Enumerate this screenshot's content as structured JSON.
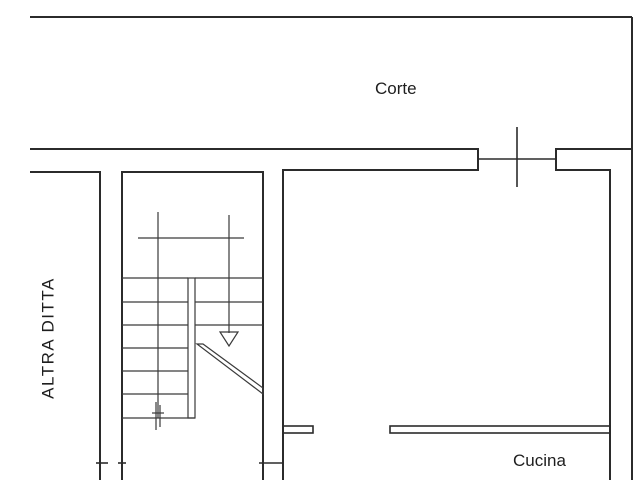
{
  "plan": {
    "rooms": [
      {
        "key": "courtyard",
        "label": "Corte"
      },
      {
        "key": "kitchen",
        "label": "Cucina"
      },
      {
        "key": "neighbour",
        "label": "ALTRA DITTA"
      }
    ],
    "features": [
      "staircase",
      "door-opening",
      "up-arrow"
    ]
  }
}
